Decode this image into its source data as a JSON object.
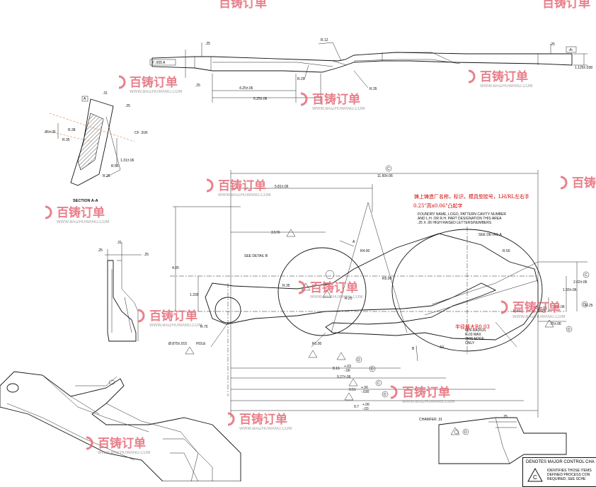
{
  "watermark": {
    "brand": "百铸订单",
    "url": "WWW.BAIZHUWANG.COM"
  },
  "top_view": {
    "dims": [
      "R.12",
      ".25",
      ".25",
      ".005",
      ".25",
      "R.25",
      "R.35",
      "4.25±.06",
      "5.25±.06",
      "1.125±.038",
      ".25"
    ],
    "flatness": ".005",
    "datum": "A"
  },
  "section_aa": {
    "title": "SECTION A-A",
    "dims": [
      ".31",
      ".25",
      ".86±.06",
      "R.38",
      "R.35",
      "CF .31R",
      "R.50",
      "R.25",
      "1.31±.06"
    ],
    "datum": "A"
  },
  "main_view": {
    "overall": "11.50±.06",
    "dims": [
      "5.81±.06",
      "3.576",
      "4.05",
      "1.335",
      "R.75",
      "Ø.875±.015",
      "HOLE",
      "R.35",
      "R.25",
      "R4.00",
      "R5.00",
      "R1.00",
      "R.50",
      "R.50",
      "R.25",
      "R.25",
      "2.02±.06",
      "1.55±.06",
      ".88±.06",
      ".21±.06",
      ".75±.06",
      ".10",
      "8.16",
      "+.03\n-.06",
      "9.27±.06",
      "9.51",
      "+.06\n-.030",
      "9.7",
      "+.06\n-.03"
    ],
    "see_detail_a": "SEE DETAIL A",
    "see_detail_b": "SEE DETAIL B",
    "note_lines": [
      "FOUNDRY NAME, LOGO, PATTERN CAVITY NUMBER",
      "AND L.H. OR R.H. PART DESIGNATION THIS AREA",
      ".25 X .06 HIGH RAISED LETTERS/NUMBERS"
    ],
    "minr_lines": [
      "MIN RADIUS",
      "R.03 MAX",
      "THIS EDGE",
      "ONLY"
    ],
    "circled": [
      "C",
      "C",
      "D",
      "C",
      "D",
      "D",
      "D",
      "D"
    ]
  },
  "red_notes": {
    "line1": "铸上铸造厂名称，标识，模具型腔号，LH/RL左右手",
    "line2": "0.25\"高x0.06\"凸起字",
    "line3": "半径最大R0.03"
  },
  "side_view": {
    "dims": [
      ".25",
      ".31",
      ".25"
    ]
  },
  "detail_b": {
    "chamfer": "CHAMFER .31",
    "dim": ".25"
  },
  "legend": {
    "title": "DENOTES MAJOR CONTROL CHA",
    "symbol": "C",
    "lines": [
      "IDENTIFIES THOSE ITEMS",
      "DEFINED PROCESS CON",
      "REQUIRED, SEE SCHE"
    ]
  },
  "colors": {
    "ink": "#111111",
    "red_note": "#d40000",
    "watermark": "#e56a77"
  }
}
